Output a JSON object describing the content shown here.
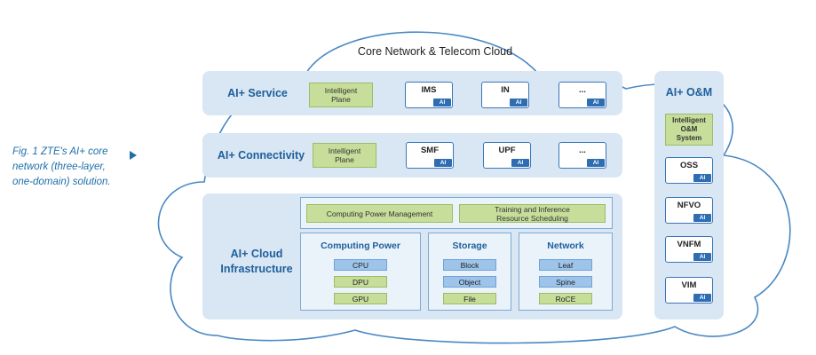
{
  "caption": {
    "line1": "Fig. 1 ZTE's AI+ core",
    "line2": "network (three-layer,",
    "line3": "one-domain) solution."
  },
  "title": "Core Network & Telecom Cloud",
  "layers": {
    "service": {
      "label": "AI+ Service",
      "intelligent_plane_line1": "Intelligent",
      "intelligent_plane_line2": "Plane",
      "nodes": [
        "IMS",
        "IN",
        "..."
      ]
    },
    "connectivity": {
      "label": "AI+ Connectivity",
      "intelligent_plane_line1": "Intelligent",
      "intelligent_plane_line2": "Plane",
      "nodes": [
        "SMF",
        "UPF",
        "..."
      ]
    },
    "cloud": {
      "label_line1": "AI+ Cloud",
      "label_line2": "Infrastructure",
      "top_left": "Computing Power Management",
      "top_right_line1": "Training and Inference",
      "top_right_line2": "Resource Scheduling",
      "groups": [
        {
          "title": "Computing Power",
          "items": [
            "CPU",
            "DPU",
            "GPU"
          ]
        },
        {
          "title": "Storage",
          "items": [
            "Block",
            "Object",
            "File"
          ]
        },
        {
          "title": "Network",
          "items": [
            "Leaf",
            "Spine",
            "RoCE"
          ]
        }
      ]
    }
  },
  "om": {
    "title": "AI+ O&M",
    "system_line1": "Intelligent",
    "system_line2": "O&M",
    "system_line3": "System",
    "nodes": [
      "OSS",
      "NFVO",
      "VNFM",
      "VIM"
    ]
  },
  "ai_badge": "AI",
  "colors": {
    "primary_blue": "#2f6db3",
    "label_blue": "#1d5f9c",
    "panel_fill": "#d9e6f3",
    "green_fill": "#c7dd9a",
    "chip_blue": "#9ec4ea"
  }
}
